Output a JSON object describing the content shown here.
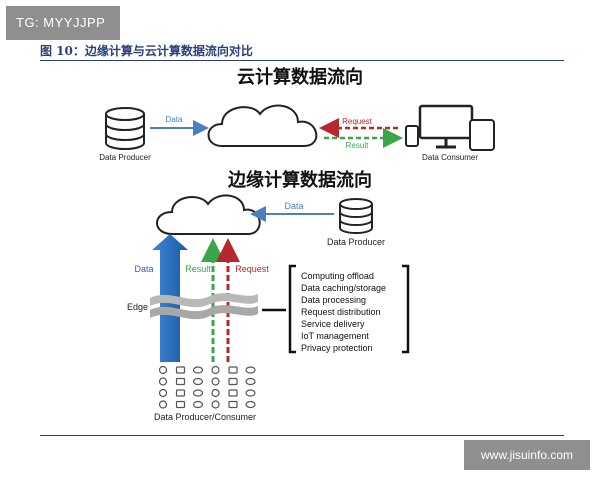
{
  "watermark_top": "TG: MYYJJPP",
  "watermark_bottom": "www.jisuinfo.com",
  "caption": "图 10：边缘计算与云计算数据流向对比",
  "cloud_flow": {
    "title": "云计算数据流向",
    "data_label": "Data",
    "request_label": "Request",
    "result_label": "Result",
    "producer_label": "Data Producer",
    "consumer_label": "Data Consumer"
  },
  "edge_flow": {
    "title": "边缘计算数据流向",
    "data_top_label": "Data",
    "producer_label": "Data Producer",
    "data_label": "Data",
    "result_label": "Result",
    "request_label": "Request",
    "edge_label": "Edge",
    "producer_consumer_label": "Data Producer/Consumer",
    "capabilities": [
      "Computing offload",
      "Data caching/storage",
      "Data processing",
      "Request distribution",
      "Service delivery",
      "IoT management",
      "Privacy protection"
    ]
  },
  "colors": {
    "arrow_blue": "#4a7fc1",
    "result_green": "#3aa64a",
    "request_red": "#b7282e",
    "edge_bar": "#1f65b4"
  }
}
